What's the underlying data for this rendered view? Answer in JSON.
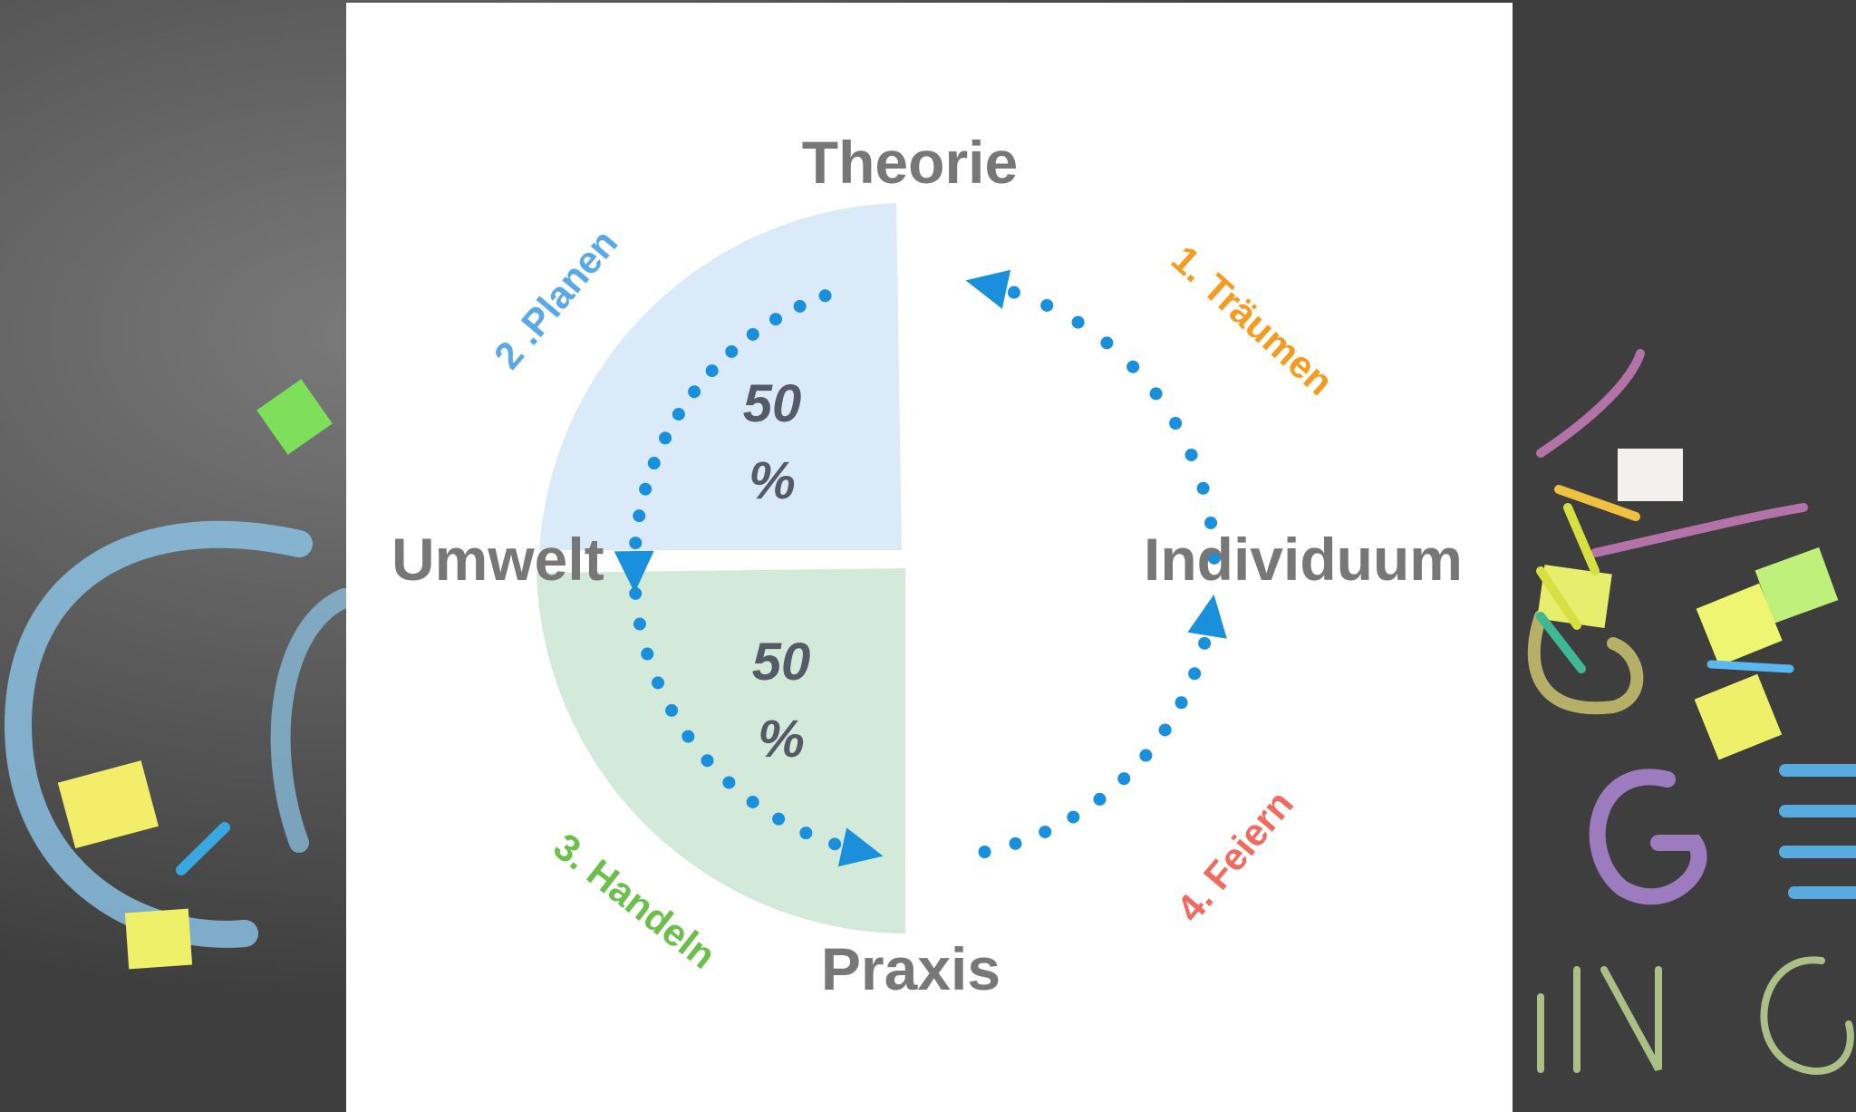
{
  "axes": {
    "top": "Theorie",
    "bottom": "Praxis",
    "left": "Umwelt",
    "right": "Individuum"
  },
  "segments": [
    {
      "label_line1": "50",
      "label_line2": "%",
      "value": 50,
      "color": "#dbeaf8"
    },
    {
      "label_line1": "50",
      "label_line2": "%",
      "value": 50,
      "color": "#d3eadb"
    }
  ],
  "steps": [
    {
      "label": "1. Träumen",
      "color": "#f39c1f"
    },
    {
      "label": "2 .Planen",
      "color": "#5aa9e6"
    },
    {
      "label": "3. Handeln",
      "color": "#6dbf4b"
    },
    {
      "label": "4. Feiern",
      "color": "#f06a5e"
    }
  ],
  "colors": {
    "arrow": "#1a8fdc",
    "axis_text": "#777777",
    "percent_text": "#555b66"
  },
  "icons": [
    "dotted-arrow-icon"
  ]
}
